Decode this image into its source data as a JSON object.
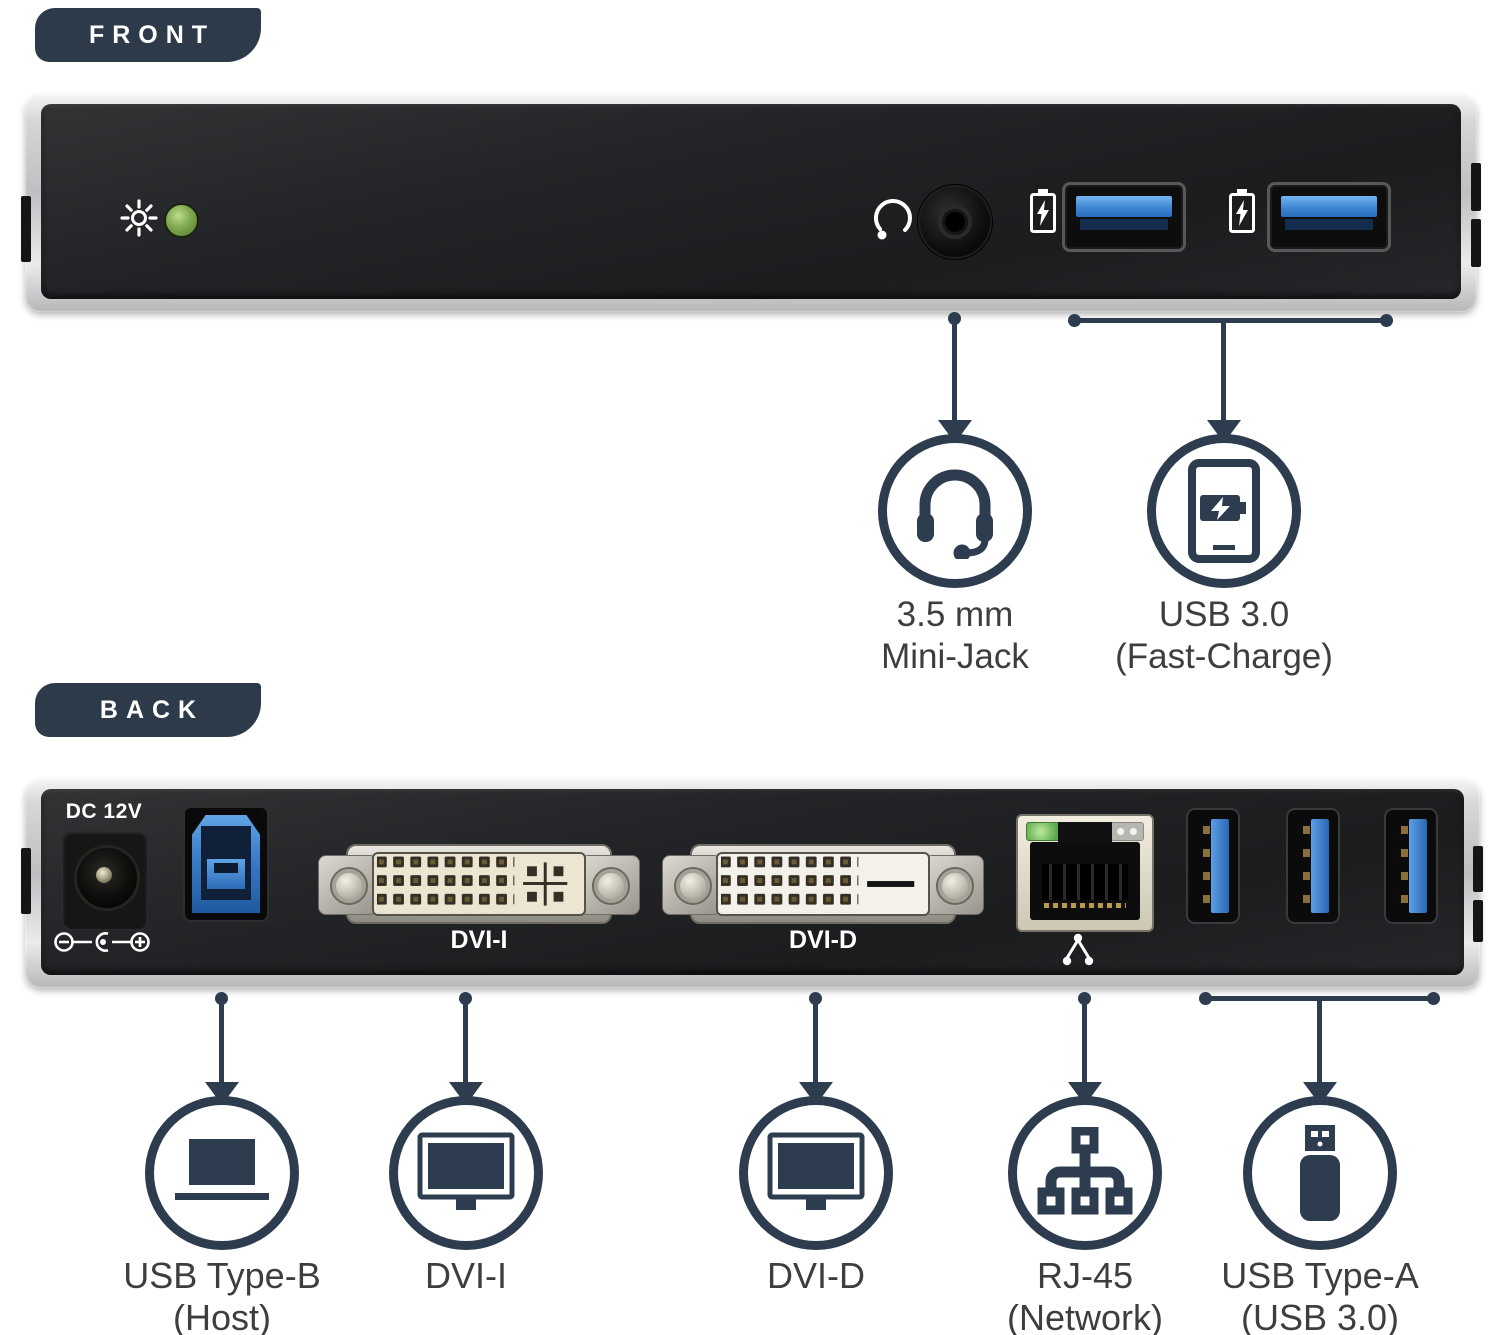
{
  "badges": {
    "front": "FRONT",
    "back": "BACK"
  },
  "front": {
    "panel": {
      "power_led_icon": "brightness-icon",
      "headset_icon": "headset-icon",
      "fast_charge_icon": "battery-charge-icon"
    },
    "callouts": [
      {
        "icon": "headset",
        "lines": [
          "3.5 mm",
          "Mini-Jack"
        ]
      },
      {
        "icon": "phone-fast-charge",
        "lines": [
          "USB 3.0",
          "(Fast-Charge)"
        ]
      }
    ]
  },
  "back": {
    "panel_labels": {
      "dc": "DC 12V",
      "dvi_i": "DVI-I",
      "dvi_d": "DVI-D"
    },
    "panel_icons": {
      "polarity": "polarity-icon",
      "network": "network-icon"
    },
    "callouts": [
      {
        "icon": "laptop",
        "lines": [
          "USB Type-B",
          "(Host)"
        ]
      },
      {
        "icon": "monitor",
        "lines": [
          "DVI-I",
          ""
        ]
      },
      {
        "icon": "monitor",
        "lines": [
          "DVI-D",
          ""
        ]
      },
      {
        "icon": "network-tree",
        "lines": [
          "RJ-45",
          "(Network)"
        ]
      },
      {
        "icon": "usb-flash-drive",
        "lines": [
          "USB Type-A",
          "(USB 3.0)"
        ]
      }
    ]
  },
  "colors": {
    "accent_navy": "#2d3c4e",
    "badge_navy": "#2c3a4a",
    "label_text": "#3e3e3e",
    "usb_blue": "#3b87d4",
    "led_green": "#77a247",
    "device_black": "#1f2022",
    "device_silver": "#c9c9cb"
  }
}
